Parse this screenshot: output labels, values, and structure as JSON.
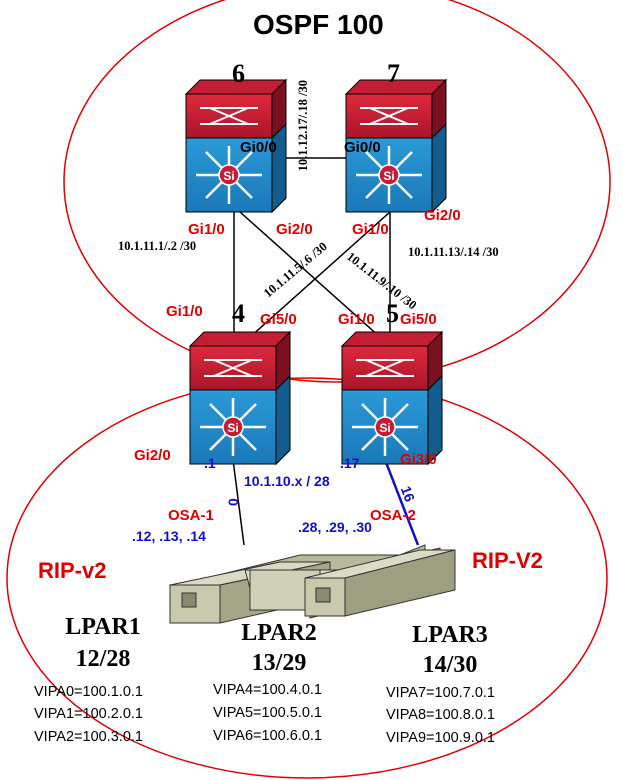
{
  "title": "OSPF 100",
  "nodes": {
    "n6": "6",
    "n7": "7",
    "n4": "4",
    "n5": "5"
  },
  "interfaces": {
    "s6_gi0": "Gi0/0",
    "s7_gi0": "Gi0/0",
    "s6_gi1": "Gi1/0",
    "s6_gi2": "Gi2/0",
    "s7_gi1": "Gi1/0",
    "s7_gi2": "Gi2/0",
    "s4_gi1": "Gi1/0",
    "s4_gi5": "Gi5/0",
    "s5_gi1": "Gi1/0",
    "s5_gi5": "Gi5/0",
    "s4_gi2": "Gi2/0",
    "s5_gi3": "Gi3/0"
  },
  "networks": {
    "link_6_7": "10.1.12.17/.18 /30",
    "link_6_4": "10.1.11.1/.2 /30",
    "link_7_5": "10.1.11.13/.14 /30",
    "link_7_4": "10.1.11.5/.6 /30",
    "link_6_5": "10.1.11.9/.10 /30"
  },
  "osa": {
    "sw4_addr": ".1",
    "sw5_addr": ".17",
    "subnet": "10.1.10.x / 28",
    "port1": "0",
    "port2": "16",
    "osa1_label": "OSA-1",
    "osa2_label": "OSA-2",
    "osa1_addrs": ".12, .13, .14",
    "osa2_addrs": ".28, .29, .30"
  },
  "rip": {
    "left": "RIP-v2",
    "right": "RIP-V2"
  },
  "lpars": [
    {
      "name": "LPAR1",
      "id": "12/28",
      "vipa": [
        "VIPA0=100.1.0.1",
        "VIPA1=100.2.0.1",
        "VIPA2=100.3.0.1"
      ]
    },
    {
      "name": "LPAR2",
      "id": "13/29",
      "vipa": [
        "VIPA4=100.4.0.1",
        "VIPA5=100.5.0.1",
        "VIPA6=100.6.0.1"
      ]
    },
    {
      "name": "LPAR3",
      "id": "14/30",
      "vipa": [
        "VIPA7=100.7.0.1",
        "VIPA8=100.8.0.1",
        "VIPA9=100.9.0.1"
      ]
    }
  ],
  "colors": {
    "area_outline": "#e00000",
    "label_red": "#e00000",
    "label_blue": "#1010c8",
    "switch_top": "#c41e35",
    "switch_front": "#2a9ad8"
  }
}
